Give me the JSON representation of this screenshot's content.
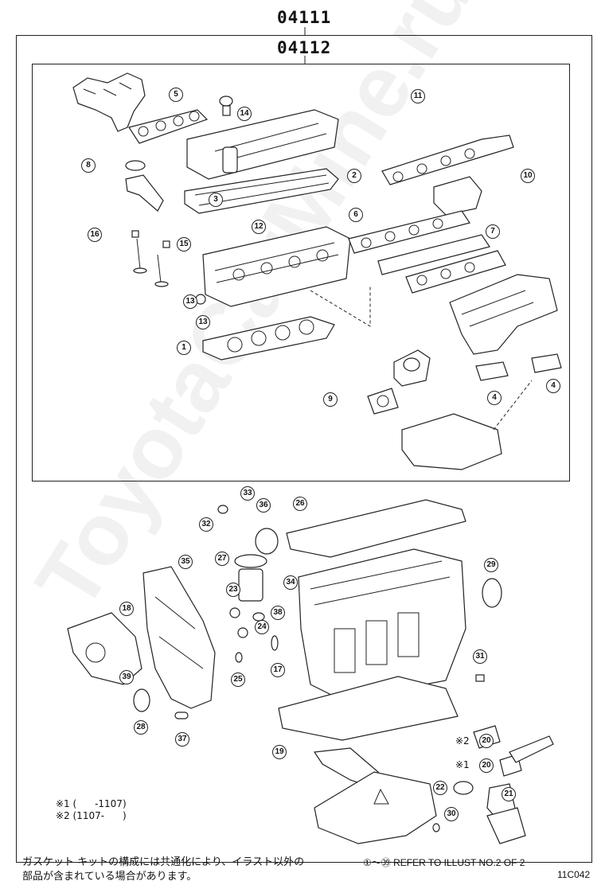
{
  "header": {
    "kit_code_outer": "04111",
    "kit_code_inner": "04112"
  },
  "callouts": [
    {
      "id": "c11",
      "label": "11"
    },
    {
      "id": "c14",
      "label": "14"
    },
    {
      "id": "c5",
      "label": "5"
    },
    {
      "id": "c8",
      "label": "8"
    },
    {
      "id": "c2",
      "label": "2"
    },
    {
      "id": "c3",
      "label": "3"
    },
    {
      "id": "c10",
      "label": "10"
    },
    {
      "id": "c12",
      "label": "12"
    },
    {
      "id": "c16",
      "label": "16"
    },
    {
      "id": "c15",
      "label": "15"
    },
    {
      "id": "c6",
      "label": "6"
    },
    {
      "id": "c7",
      "label": "7"
    },
    {
      "id": "c13a",
      "label": "13"
    },
    {
      "id": "c13b",
      "label": "13"
    },
    {
      "id": "c1",
      "label": "1"
    },
    {
      "id": "c9",
      "label": "9"
    },
    {
      "id": "c4a",
      "label": "4"
    },
    {
      "id": "c4b",
      "label": "4"
    },
    {
      "id": "c33",
      "label": "33"
    },
    {
      "id": "c36",
      "label": "36"
    },
    {
      "id": "c26",
      "label": "26"
    },
    {
      "id": "c32",
      "label": "32"
    },
    {
      "id": "c35",
      "label": "35"
    },
    {
      "id": "c27",
      "label": "27"
    },
    {
      "id": "c34",
      "label": "34"
    },
    {
      "id": "c29",
      "label": "29"
    },
    {
      "id": "c18",
      "label": "18"
    },
    {
      "id": "c23",
      "label": "23"
    },
    {
      "id": "c38",
      "label": "38"
    },
    {
      "id": "c24",
      "label": "24"
    },
    {
      "id": "c17",
      "label": "17"
    },
    {
      "id": "c39",
      "label": "39"
    },
    {
      "id": "c25",
      "label": "25"
    },
    {
      "id": "c31",
      "label": "31"
    },
    {
      "id": "c28",
      "label": "28"
    },
    {
      "id": "c37",
      "label": "37"
    },
    {
      "id": "c20a",
      "label": "20"
    },
    {
      "id": "c20b",
      "label": "20"
    },
    {
      "id": "c19",
      "label": "19"
    },
    {
      "id": "c22",
      "label": "22"
    },
    {
      "id": "c21",
      "label": "21"
    },
    {
      "id": "c30",
      "label": "30"
    }
  ],
  "marks": {
    "m20a": "※2",
    "m20b": "※1"
  },
  "notes": {
    "note1": "※1 (      -1107)",
    "note2": "※2 (1107-      )"
  },
  "footer": {
    "jp_line1": "ガスケット キットの構成には共通化により、イラスト以外の",
    "jp_line2": "部品が含まれている場合があります。",
    "en_ref": "①～㊴ REFER TO ILLUST NO.2 OF 2",
    "figure_code": "11C042"
  },
  "watermark": "ToyotaCarMine.ru"
}
